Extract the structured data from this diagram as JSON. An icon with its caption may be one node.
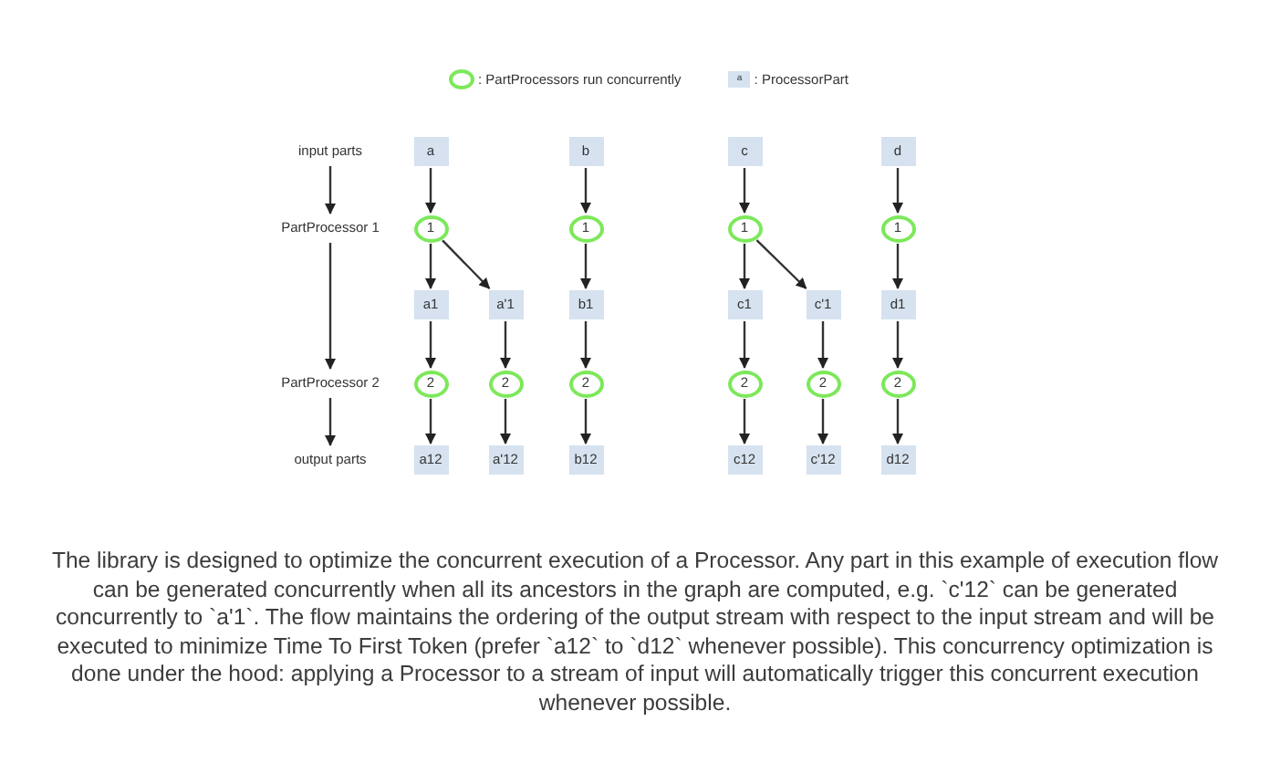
{
  "diagram": {
    "caption": "The library is designed to optimize the concurrent execution of a Processor. Any part in this example of execution flow can be generated concurrently when all its ancestors in the graph are computed, e.g. `c'12` can be generated concurrently to `a'1`. The flow maintains the ordering of the output stream with respect to the input stream and will be executed to minimize Time To First Token (prefer `a12` to `d12` whenever possible). This concurrency optimization is done under the hood: applying a Processor to a stream of input will automatically trigger this concurrent execution whenever possible.",
    "nodes": [
      {
        "text": [
          "input parts"
        ]
      },
      {
        "text": [
          "a"
        ]
      },
      {
        "text": [
          "b"
        ]
      },
      {
        "text": [
          "c"
        ]
      },
      {
        "text": [
          "d"
        ]
      },
      {
        "text": [
          "PartProcessor 1"
        ]
      },
      {
        "text": [
          "1"
        ]
      },
      {
        "text": [
          "1"
        ]
      },
      {
        "text": [
          "1"
        ]
      },
      {
        "text": [
          "1"
        ]
      },
      {
        "text": [
          "a1"
        ]
      },
      {
        "text": [
          "a'1"
        ]
      },
      {
        "text": [
          "b1"
        ]
      },
      {
        "text": [
          "c1"
        ]
      },
      {
        "text": [
          "c'1"
        ]
      },
      {
        "text": [
          "d1"
        ]
      },
      {
        "text": [
          "PartProcessor 2"
        ]
      },
      {
        "text": [
          "2"
        ]
      },
      {
        "text": [
          "2"
        ]
      },
      {
        "text": [
          "2"
        ]
      },
      {
        "text": [
          "2"
        ]
      },
      {
        "text": [
          "2"
        ]
      },
      {
        "text": [
          "2"
        ]
      },
      {
        "text": [
          "output parts"
        ]
      },
      {
        "text": [
          "a12"
        ]
      },
      {
        "text": [
          "a'12"
        ]
      },
      {
        "text": [
          "b12"
        ]
      },
      {
        "text": [
          "c12"
        ]
      },
      {
        "text": [
          "c'12"
        ]
      },
      {
        "text": [
          "d12"
        ]
      }
    ],
    "edges": [
      {
        "from": 0,
        "to": 5,
        "arrow": "to"
      },
      {
        "from": 5,
        "to": 16,
        "arrow": "to"
      },
      {
        "from": 16,
        "to": 23,
        "arrow": "to"
      },
      {
        "from": 1,
        "to": 6,
        "arrow": "to"
      },
      {
        "from": 2,
        "to": 7,
        "arrow": "to"
      },
      {
        "from": 3,
        "to": 8,
        "arrow": "to"
      },
      {
        "from": 4,
        "to": 9,
        "arrow": "to"
      },
      {
        "from": 6,
        "to": 10,
        "arrow": "to"
      },
      {
        "from": 6,
        "to": 11,
        "arrow": "to"
      },
      {
        "from": 7,
        "to": 12,
        "arrow": "to"
      },
      {
        "from": 8,
        "to": 13,
        "arrow": "to"
      },
      {
        "from": 8,
        "to": 14,
        "arrow": "to"
      },
      {
        "from": 9,
        "to": 15,
        "arrow": "to"
      },
      {
        "from": 10,
        "to": 17,
        "arrow": "to"
      },
      {
        "from": 11,
        "to": 18,
        "arrow": "to"
      },
      {
        "from": 12,
        "to": 19,
        "arrow": "to"
      },
      {
        "from": 13,
        "to": 20,
        "arrow": "to"
      },
      {
        "from": 14,
        "to": 21,
        "arrow": "to"
      },
      {
        "from": 15,
        "to": 22,
        "arrow": "to"
      },
      {
        "from": 17,
        "to": 24,
        "arrow": "to"
      },
      {
        "from": 18,
        "to": 25,
        "arrow": "to"
      },
      {
        "from": 19,
        "to": 26,
        "arrow": "to"
      },
      {
        "from": 20,
        "to": 27,
        "arrow": "to"
      },
      {
        "from": 21,
        "to": 28,
        "arrow": "to"
      },
      {
        "from": 22,
        "to": 29,
        "arrow": "to"
      }
    ],
    "labels": [
      "a"
    ],
    "legend": [
      {
        "text": ": PartProcessors run concurrently"
      },
      {
        "text": ": ProcessorPart"
      }
    ]
  }
}
